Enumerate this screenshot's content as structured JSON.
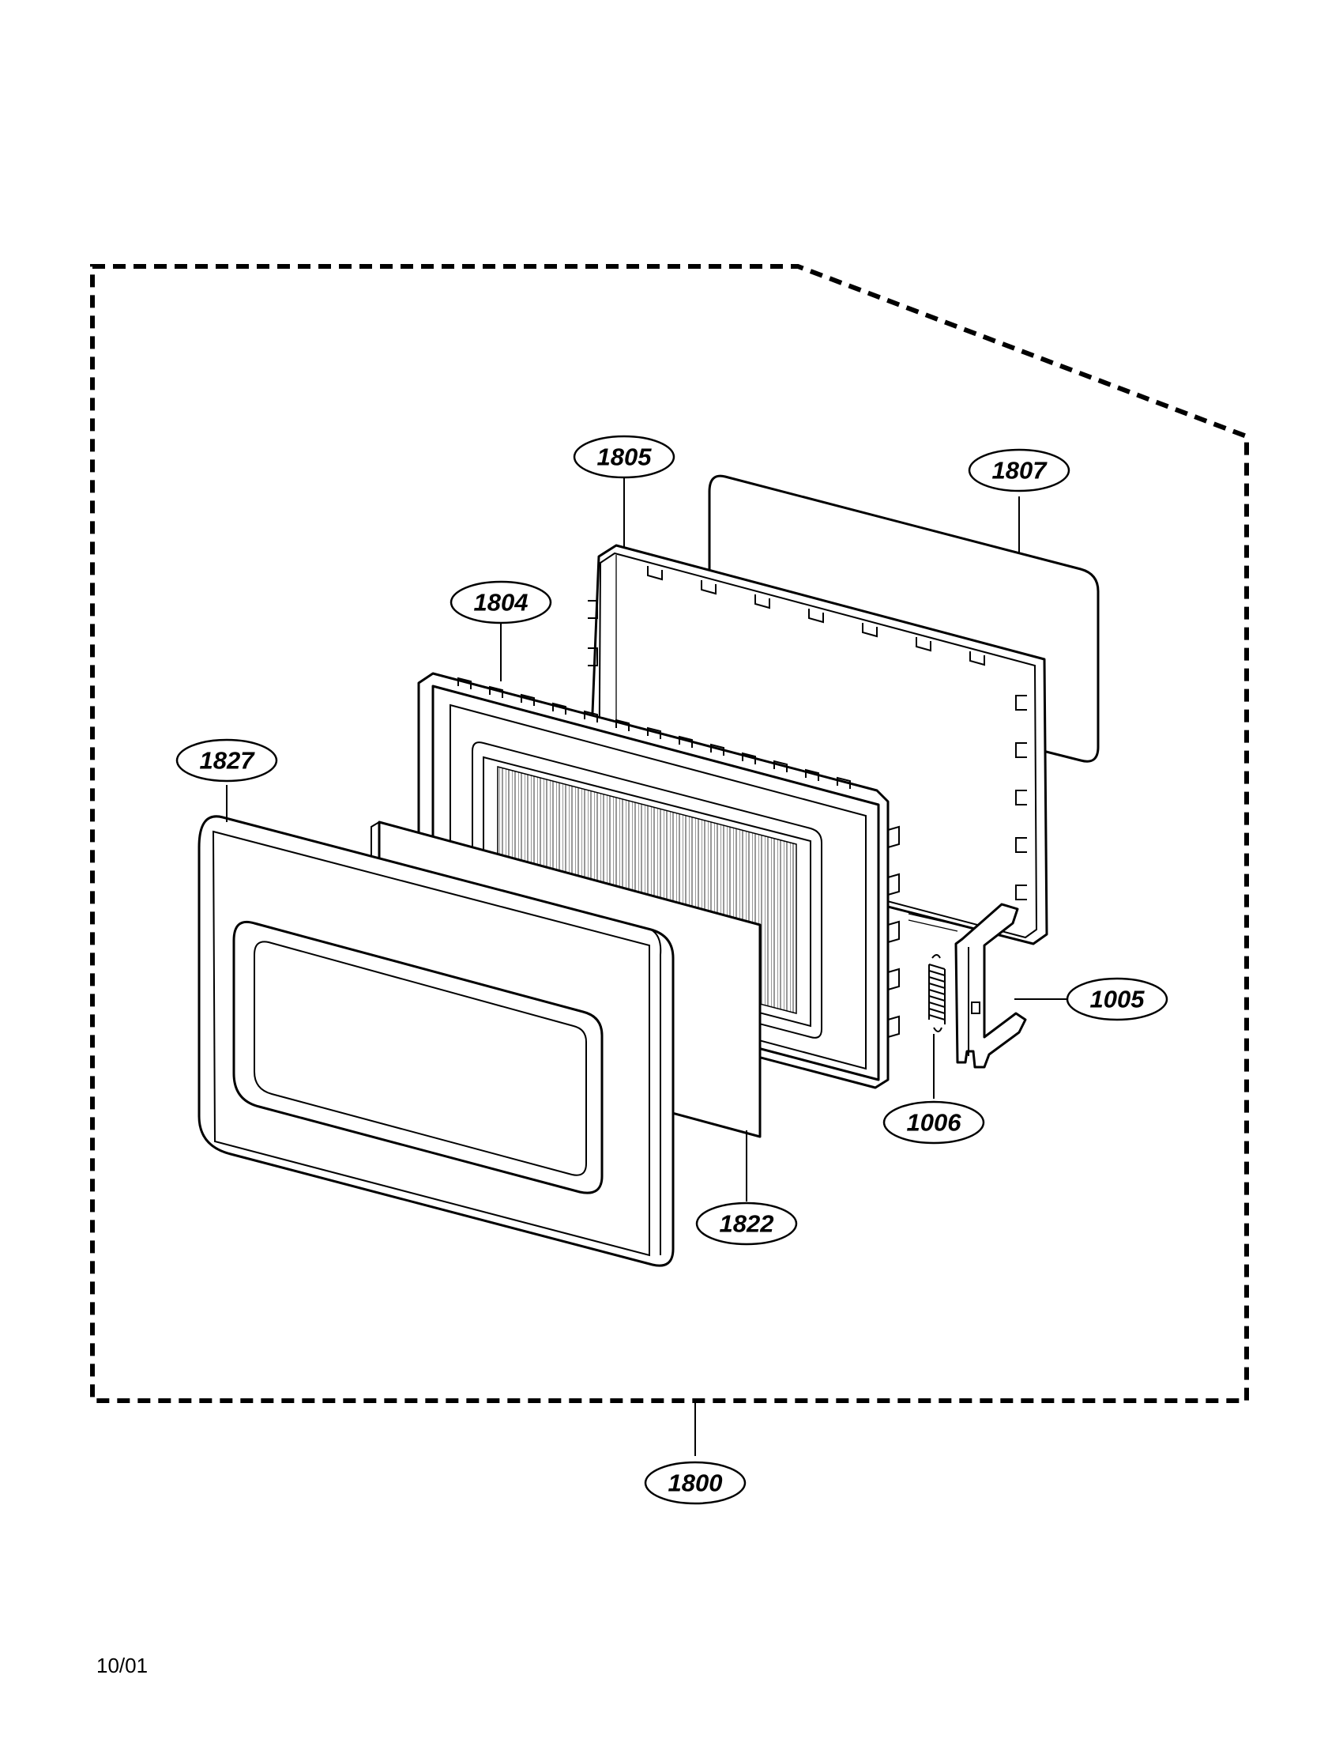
{
  "callouts": [
    {
      "id": "1805",
      "label": "1805"
    },
    {
      "id": "1807",
      "label": "1807"
    },
    {
      "id": "1804",
      "label": "1804"
    },
    {
      "id": "1827",
      "label": "1827"
    },
    {
      "id": "1005",
      "label": "1005"
    },
    {
      "id": "1006",
      "label": "1006"
    },
    {
      "id": "1822",
      "label": "1822"
    },
    {
      "id": "1800",
      "label": "1800"
    }
  ],
  "footer": {
    "date_code": "10/01"
  },
  "colors": {
    "line": "#000000",
    "background": "#ffffff"
  }
}
